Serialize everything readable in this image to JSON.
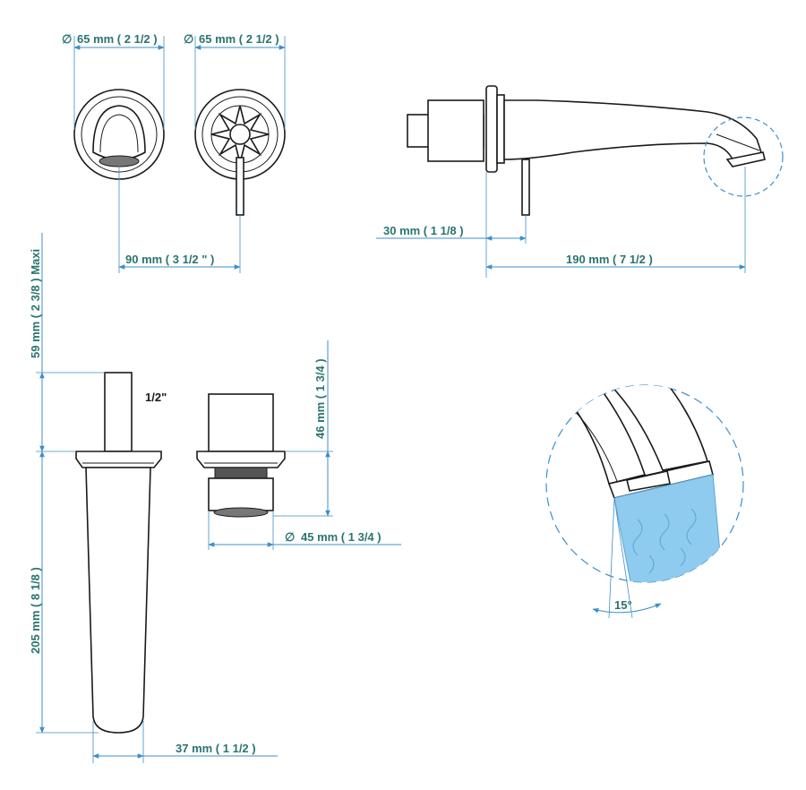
{
  "dimensions": {
    "dia_front_left": "65 mm ( 2 1/2 )",
    "dia_front_right": "65 mm ( 2 1/2 )",
    "spacing_90": "90 mm ( 3 1/2 \" )",
    "depth_30": "30 mm ( 1 1/8 )",
    "spout_190": "190 mm ( 7 1/2 )",
    "height_59": "59 mm ( 2 3/8 )  Maxi",
    "height_205": "205 mm ( 8 1/8 )",
    "width_37": "37 mm ( 1 1/2 )",
    "height_46": "46 mm ( 1 3/4 )",
    "dia_45": "45 mm ( 1 3/4 )",
    "thread": "1/2\"",
    "angle": "15°"
  },
  "symbols": {
    "diameter": "∅"
  },
  "colors": {
    "dimension_text": "#2a7470",
    "dimension_line": "#3d8fc9",
    "outline": "#1a1a1a",
    "water": "#8fcbee"
  }
}
